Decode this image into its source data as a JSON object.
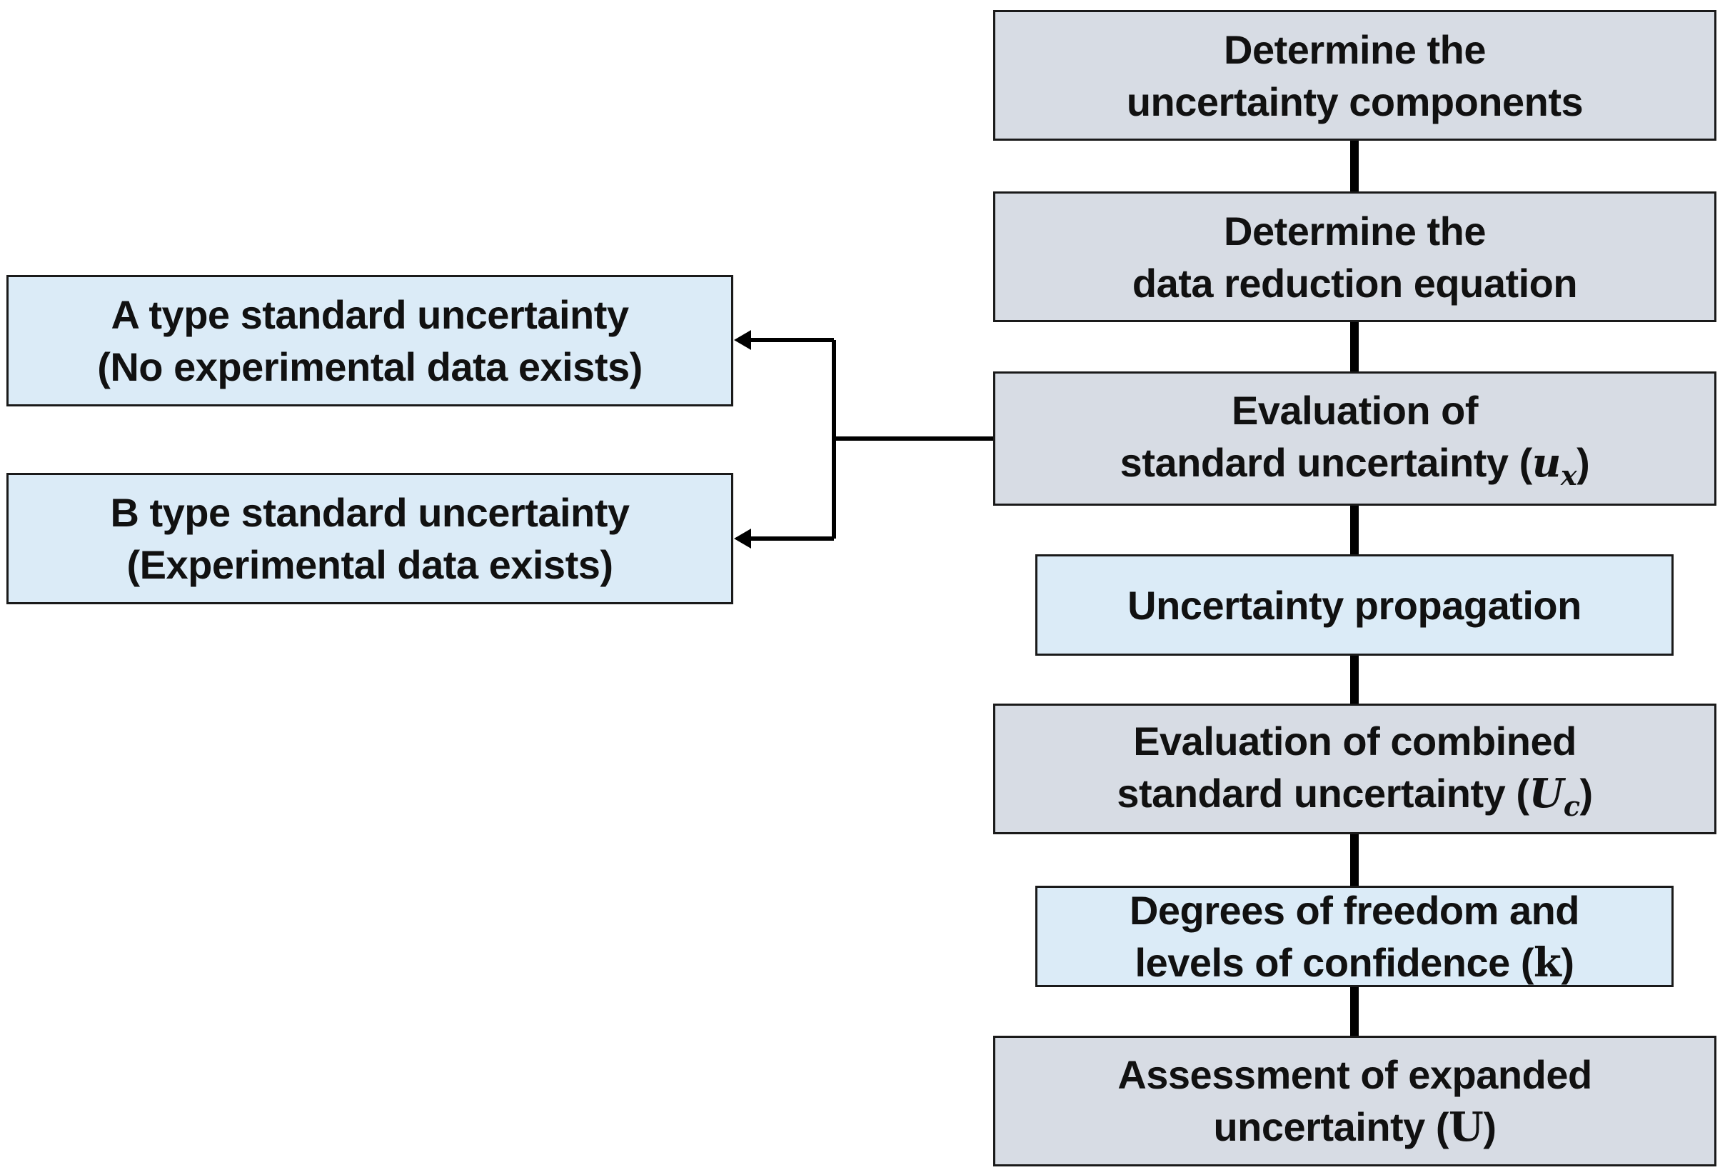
{
  "flow": {
    "steps": [
      {
        "lines": [
          "Determine the",
          "uncertainty components"
        ]
      },
      {
        "lines": [
          "Determine the",
          "data reduction equation"
        ]
      },
      {
        "lines": [
          "Evaluation of",
          "standard uncertainty ("
        ],
        "symbol": "u",
        "subscript": "x",
        "close": ")"
      },
      {
        "lines": [
          "Uncertainty propagation"
        ]
      },
      {
        "lines": [
          "Evaluation of combined",
          "standard uncertainty ("
        ],
        "symbol": "U",
        "subscript": "c",
        "close": ")"
      },
      {
        "lines": [
          "Degrees of freedom and",
          "levels of confidence ("
        ],
        "symbol": "k",
        "close": ")"
      },
      {
        "lines": [
          "Assessment of expanded",
          "uncertainty ("
        ],
        "symbol": "U",
        "close": ")"
      }
    ]
  },
  "side": {
    "a": {
      "lines": [
        "A type standard uncertainty",
        "(No experimental data exists)"
      ]
    },
    "b": {
      "lines": [
        "B type standard uncertainty",
        "(Experimental data exists)"
      ]
    }
  },
  "colors": {
    "gray_box": "#d7dce4",
    "blue_box": "#dbebf7",
    "stroke": "#1a1a1a",
    "text": "#111111"
  }
}
